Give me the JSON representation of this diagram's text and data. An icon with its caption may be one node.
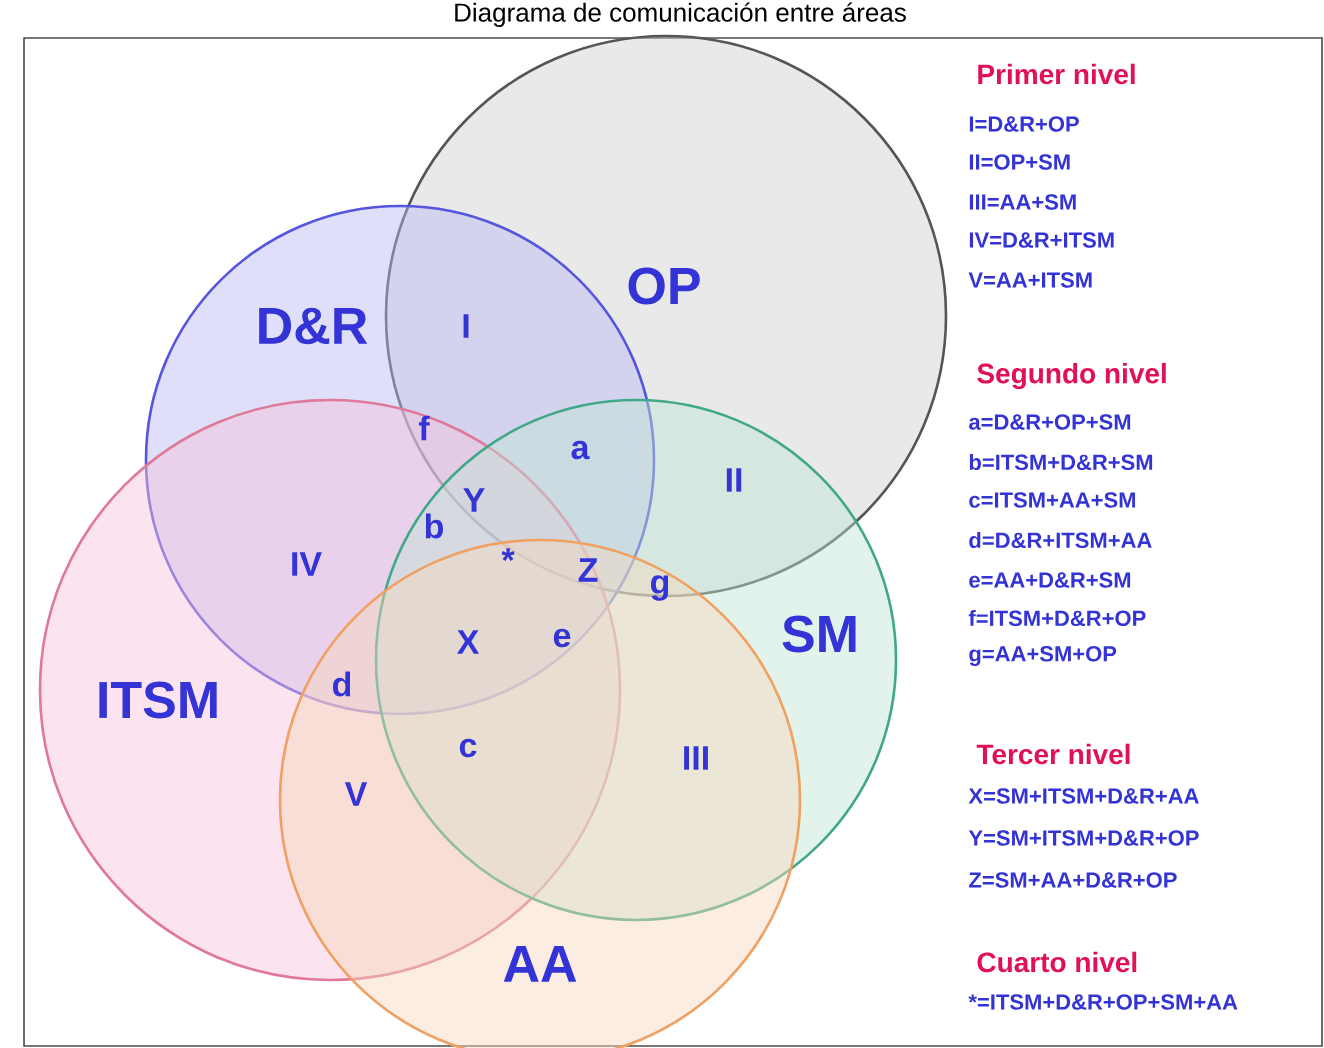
{
  "diagram": {
    "title": "Diagrama de comunicación entre áreas",
    "nodes": [
      {
        "text": [
          "OP"
        ]
      },
      {
        "text": [
          "D&R"
        ]
      },
      {
        "text": [
          "ITSM"
        ]
      },
      {
        "text": [
          "SM"
        ]
      },
      {
        "text": [
          "AA"
        ]
      }
    ],
    "labels": [
      "I",
      "a",
      "II",
      "f",
      "Y",
      "b",
      "IV",
      "*",
      "Z",
      "g",
      "X",
      "e",
      "d",
      "c",
      "III",
      "V",
      "Primer nivel",
      "I=D&R+OP",
      "II=OP+SM",
      "III=AA+SM",
      "IV=D&R+ITSM",
      "V=AA+ITSM",
      "Segundo nivel",
      "a=D&R+OP+SM",
      "b=ITSM+D&R+SM",
      "c=ITSM+AA+SM",
      "d=D&R+ITSM+AA",
      "e=AA+D&R+SM",
      "f=ITSM+D&R+OP",
      "g=AA+SM+OP",
      "Tercer nivel",
      "X=SM+ITSM+D&R+AA",
      "Y=SM+ITSM+D&R+OP",
      "Z=SM+AA+D&R+OP",
      "Cuarto nivel",
      "*=ITSM+D&R+OP+SM+AA"
    ]
  }
}
